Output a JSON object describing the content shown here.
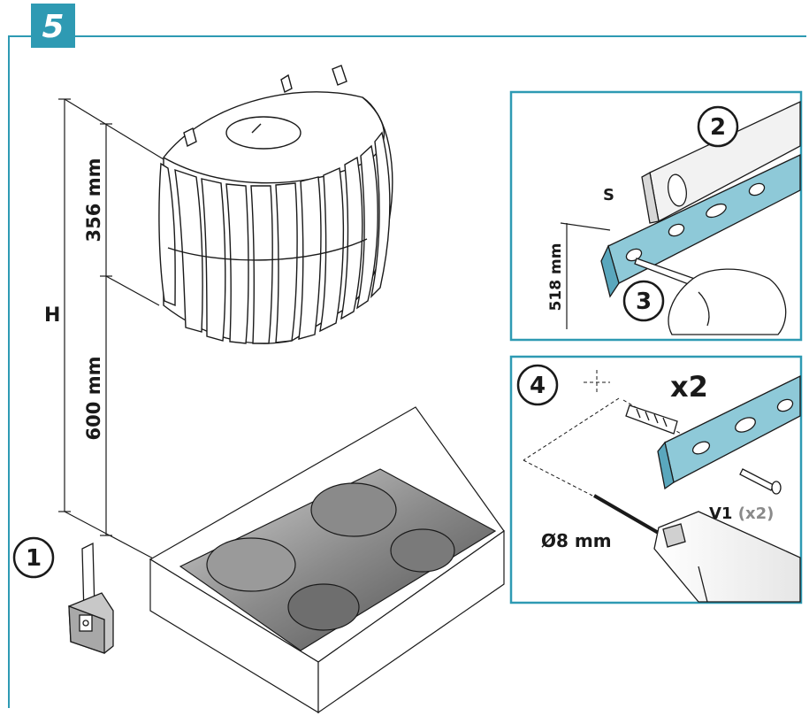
{
  "step": {
    "number": "5"
  },
  "colors": {
    "accent": "#2e9ab3",
    "rail": "#8ec9d8",
    "outline": "#1a1a1a"
  },
  "labels": {
    "H": "H",
    "dim_356": "356 mm",
    "dim_600": "600 mm",
    "dim_518": "518 mm",
    "mark_S": "S",
    "x2": "x2",
    "v1": "V1",
    "v1_qty": "(x2)",
    "drill": "Ø8 mm"
  },
  "substeps": [
    "1",
    "2",
    "3",
    "4"
  ],
  "icons": [
    "hood-icon",
    "cooktop-icon",
    "tape-measure-icon",
    "spirit-level-icon",
    "pencil-hand-icon",
    "wall-plug-icon",
    "screw-icon",
    "drill-icon",
    "bracket-rail-icon"
  ]
}
